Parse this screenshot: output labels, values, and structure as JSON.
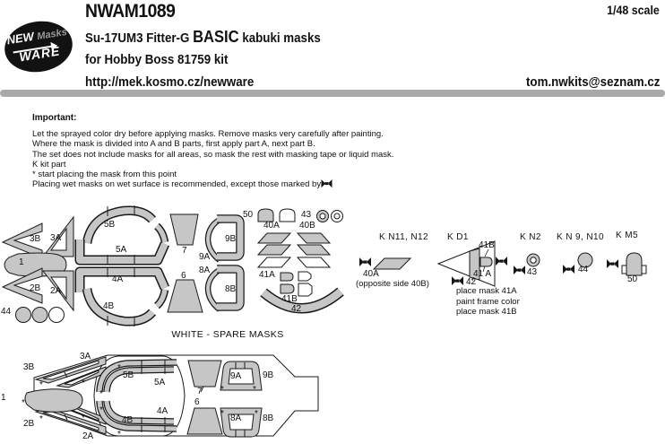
{
  "header": {
    "logo_new": "NEW",
    "logo_masks": "Masks",
    "logo_ware": "WARE",
    "code": "NWAM1089",
    "scale": "1/48 scale",
    "title_main": "Su-17UM3 Fitter-G ",
    "title_basic": "BASIC",
    "title_rest": " kabuki masks",
    "kit_line": "for Hobby Boss 81759 kit",
    "url": "http://mek.kosmo.cz/newware",
    "email": "tom.nwkits@seznam.cz"
  },
  "important": {
    "heading": "Important:",
    "lines": [
      "Let the sprayed color dry before applying masks. Remove masks very carefully after painting.",
      "Where the mask is divided into A and B parts, first apply part A, next part B.",
      "The set does not include masks for all areas, so mask the rest with masking tape or liquid mask.",
      "K kit part",
      "* start placing the mask from this point",
      "Placing wet masks on wet surface is recommended, except those marked by"
    ]
  },
  "sheet": {
    "labels": {
      "n1": "1",
      "n2A": "2A",
      "n2B": "2B",
      "n3A": "3A",
      "n3B": "3B",
      "n4A": "4A",
      "n4B": "4B",
      "n5A": "5A",
      "n5B": "5B",
      "n6": "6",
      "n7": "7",
      "n8A": "8A",
      "n8B": "8B",
      "n9A": "9A",
      "n9B": "9B",
      "n40A": "40A",
      "n40B": "40B",
      "n41A": "41A",
      "n41B": "41B",
      "n42": "42",
      "n43": "43",
      "n44": "44",
      "n50": "50"
    },
    "star": "*"
  },
  "panels": {
    "p1": {
      "title": "K N11, N12",
      "part": "40A",
      "note": "(opposite side 40B)"
    },
    "p2": {
      "title": "K D1",
      "l41B": "41B",
      "l41A": "41 A",
      "l42": "42",
      "notes": [
        "place mask 41A",
        "paint frame color",
        "place mask 41B"
      ]
    },
    "p3": {
      "title": "K N2",
      "part": "43"
    },
    "p4": {
      "title": "K N 9, N10",
      "part": "44"
    },
    "p5": {
      "title": "K M5",
      "part": "50"
    }
  },
  "spare_title": "WHITE - SPARE MASKS",
  "sheet2": {
    "labels": {
      "n1": "1",
      "n2A": "2A",
      "n2B": "2B",
      "n3A": "3A",
      "n3B": "3B",
      "n4A": "4A",
      "n4B": "4B",
      "n5A": "5A",
      "n5B": "5B",
      "n6": "6",
      "n7": "7",
      "n8A": "8A",
      "n8B": "8B",
      "n9A": "9A",
      "n9B": "9B"
    }
  },
  "colors": {
    "mask_fill": "#c6c6c6",
    "outline": "#1a1a1a",
    "divider_bar": "#a9a9a9"
  }
}
